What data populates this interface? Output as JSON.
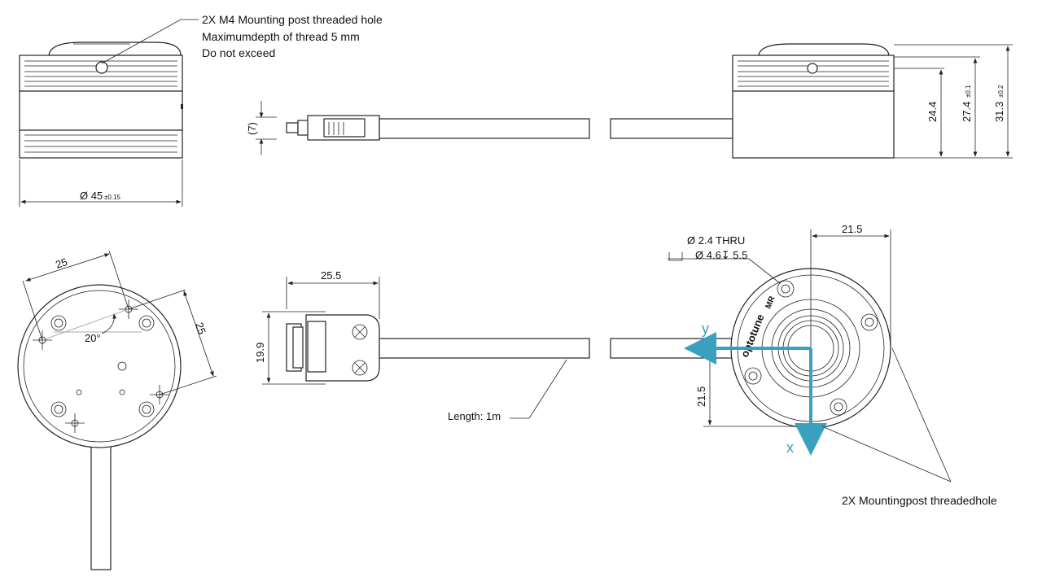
{
  "notes": {
    "top_left": [
      "2X M4 Mounting post threaded hole",
      "Maximumdepth of thread 5 mm",
      "Do not exceed"
    ],
    "bottom_right": "2X Mountingpost threadedhole",
    "cable_length": "Length: 1m"
  },
  "dimensions": {
    "diameter": "Ø 45",
    "diameter_tol": "±0.15",
    "connector_thickness": "(7)",
    "h_24_4": "24.4",
    "h_27_4": "27.4",
    "h_27_4_tol": "±0.1",
    "h_31_3": "31.3",
    "h_31_3_tol": "±0.2",
    "bottom_25_a": "25",
    "bottom_25_b": "25",
    "angle_20": "20°",
    "connector_width": "25.5",
    "connector_height": "19.9",
    "front_21_5_top": "21.5",
    "front_21_5_side": "21.5",
    "thru": "Ø 2.4 THRU",
    "counterbore": "Ø 4.6↧ 5.5"
  },
  "labels": {
    "brand": "optotune",
    "model": "MR",
    "axis_x": "x",
    "axis_y": "y"
  },
  "colors": {
    "axis": "#3aa0c0",
    "line": "#222222"
  }
}
